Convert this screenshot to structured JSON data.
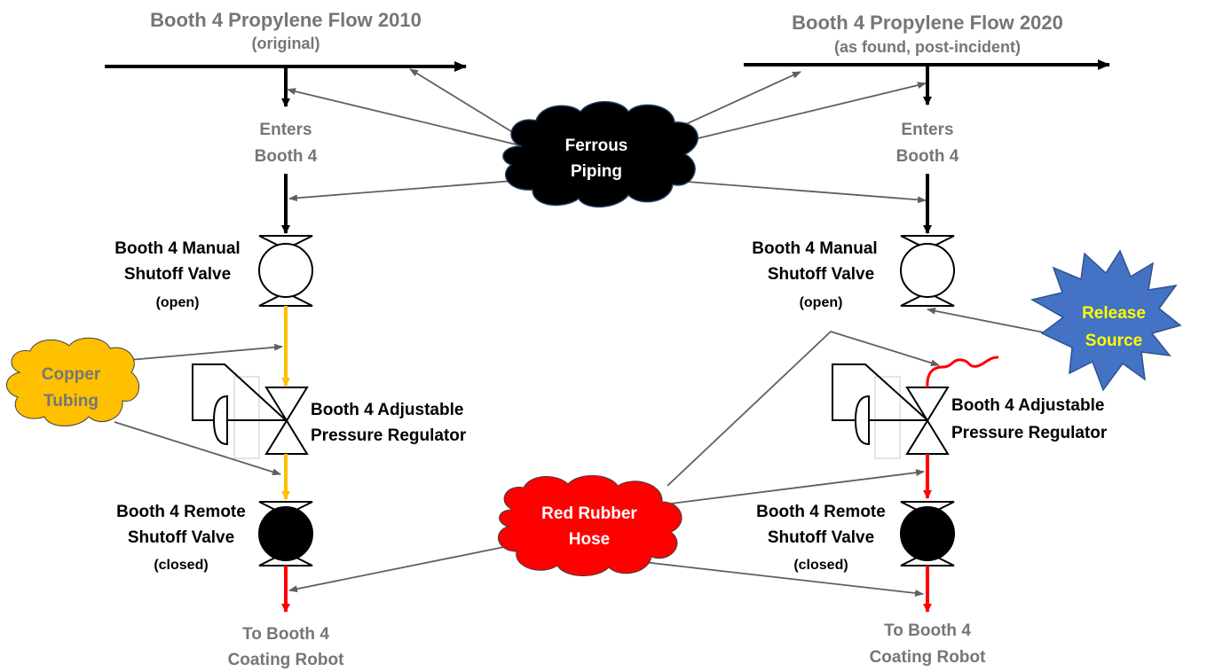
{
  "left": {
    "title": "Booth 4 Propylene Flow 2010",
    "subtitle": "(original)",
    "enters": [
      "Enters",
      "Booth 4"
    ],
    "manual_valve": [
      "Booth 4 Manual",
      "Shutoff Valve",
      "(open)"
    ],
    "regulator": [
      "Booth 4 Adjustable",
      "Pressure Regulator"
    ],
    "remote_valve": [
      "Booth 4 Remote",
      "Shutoff Valve",
      "(closed)"
    ],
    "to_robot": [
      "To Booth 4",
      "Coating Robot"
    ]
  },
  "right": {
    "title": "Booth 4 Propylene Flow 2020",
    "subtitle": "(as found, post-incident)",
    "enters": [
      "Enters",
      "Booth 4"
    ],
    "manual_valve": [
      "Booth 4 Manual",
      "Shutoff Valve",
      "(open)"
    ],
    "regulator": [
      "Booth 4 Adjustable",
      "Pressure Regulator"
    ],
    "remote_valve": [
      "Booth 4 Remote",
      "Shutoff Valve",
      "(closed)"
    ],
    "to_robot": [
      "To Booth 4",
      "Coating Robot"
    ]
  },
  "callouts": {
    "ferrous": [
      "Ferrous",
      "Piping"
    ],
    "copper": [
      "Copper",
      "Tubing"
    ],
    "rubber": [
      "Red Rubber",
      "Hose"
    ],
    "release": [
      "Release",
      "Source"
    ]
  },
  "colors": {
    "ferrous": "#000000",
    "copper": "#FFC000",
    "rubber": "#FF0000",
    "release_fill": "#4472C4",
    "release_text": "#FFFF00",
    "label_gray": "#767676"
  }
}
